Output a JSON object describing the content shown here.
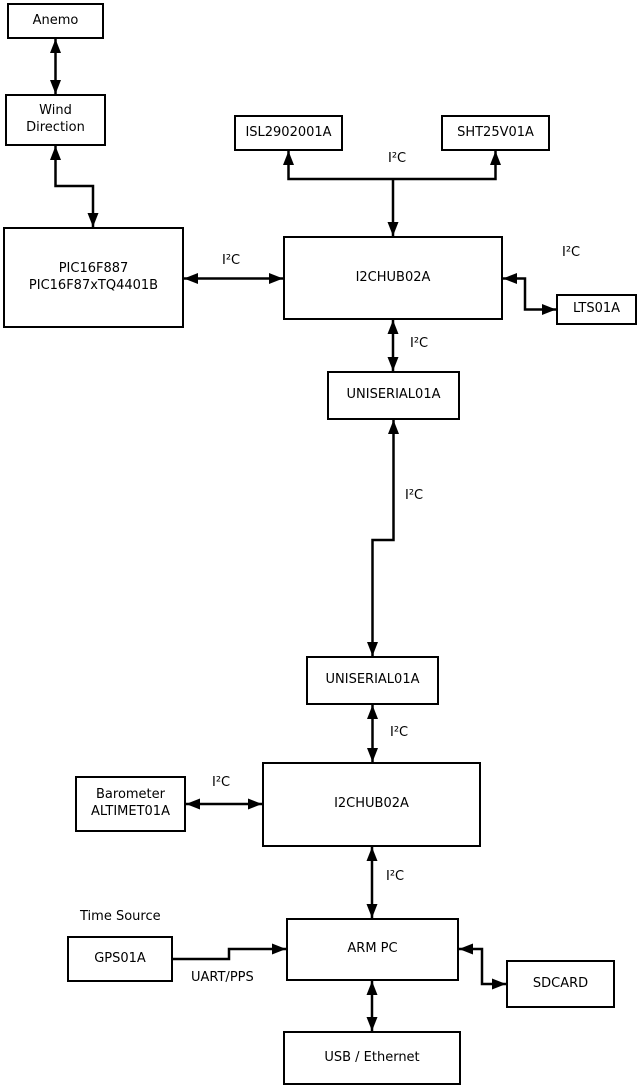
{
  "diagram": {
    "background": "#ffffff",
    "line_color": "#000000",
    "nodes": {
      "anemo": {
        "label": "Anemo"
      },
      "wind_direction": {
        "label": "Wind\nDirection"
      },
      "pic": {
        "label": "PIC16F887\nPIC16F87xTQ4401B"
      },
      "isl": {
        "label": "ISL2902001A"
      },
      "sht": {
        "label": "SHT25V01A"
      },
      "i2c_hub_top": {
        "label": "I2CHUB02A"
      },
      "lts": {
        "label": "LTS01A"
      },
      "uniserial_top": {
        "label": "UNISERIAL01A"
      },
      "uniserial_bottom": {
        "label": "UNISERIAL01A"
      },
      "barometer": {
        "label": "Barometer\nALTIMET01A"
      },
      "i2c_hub_bottom": {
        "label": "I2CHUB02A"
      },
      "arm_pc": {
        "label": "ARM PC"
      },
      "gps": {
        "label": "GPS01A"
      },
      "sdcard": {
        "label": "SDCARD"
      },
      "usb_ethernet": {
        "label": "USB / Ethernet"
      }
    },
    "edge_labels": {
      "bus_top": "I²C",
      "pic_hub": "I²C",
      "hub_lts": "I²C",
      "hub_uniserial": "I²C",
      "uniserial_link": "I²C",
      "uniserial_hub2": "I²C",
      "barometer_hub2": "I²C",
      "hub2_armpc": "I²C",
      "gps_armpc": "UART/PPS",
      "time_source": "Time Source"
    }
  }
}
